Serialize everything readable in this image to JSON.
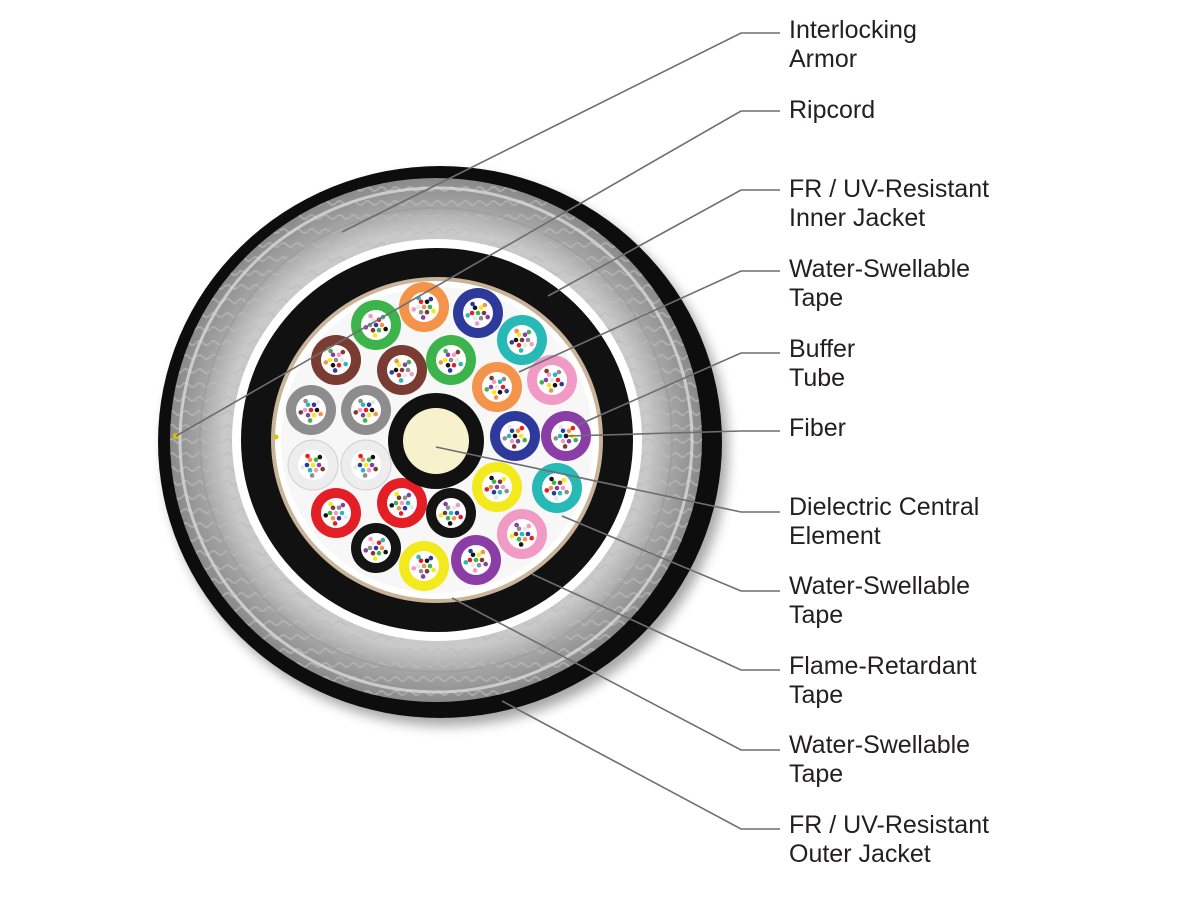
{
  "callouts": [
    {
      "id": "interlocking-armor",
      "lines": [
        "Interlocking",
        "Armor"
      ]
    },
    {
      "id": "ripcord",
      "lines": [
        "Ripcord"
      ]
    },
    {
      "id": "inner-jacket",
      "lines": [
        "FR / UV-Resistant",
        "Inner Jacket"
      ]
    },
    {
      "id": "water-swellable-tape-1",
      "lines": [
        "Water-Swellable",
        "Tape"
      ]
    },
    {
      "id": "buffer-tube",
      "lines": [
        "Buffer",
        "Tube"
      ]
    },
    {
      "id": "fiber",
      "lines": [
        "Fiber"
      ]
    },
    {
      "id": "dielectric-central-element",
      "lines": [
        "Dielectric Central",
        "Element"
      ]
    },
    {
      "id": "water-swellable-tape-2",
      "lines": [
        "Water-Swellable",
        "Tape"
      ]
    },
    {
      "id": "flame-retardant-tape",
      "lines": [
        "Flame-Retardant",
        "Tape"
      ]
    },
    {
      "id": "water-swellable-tape-3",
      "lines": [
        "Water-Swellable",
        "Tape"
      ]
    },
    {
      "id": "outer-jacket",
      "lines": [
        "FR / UV-Resistant",
        "Outer Jacket"
      ]
    }
  ],
  "colors": {
    "jacket": "#111111",
    "armor": "#a9a9a9",
    "tape": "#ffffff",
    "leader_line": "#6d6e71",
    "label_text": "#231f20",
    "central_element": "#f7f1cc"
  },
  "tube_colors": {
    "green": "#3cb44b",
    "orange": "#f4934a",
    "blue": "#2e3a9b",
    "aqua": "#27b9b5",
    "rose": "#f29ac6",
    "violet": "#8b3da6",
    "brown": "#7a3b33",
    "slate": "#8d8d8d",
    "white": "#ededed",
    "red": "#e31e25",
    "black": "#141414",
    "yellow": "#f2ea1d"
  }
}
